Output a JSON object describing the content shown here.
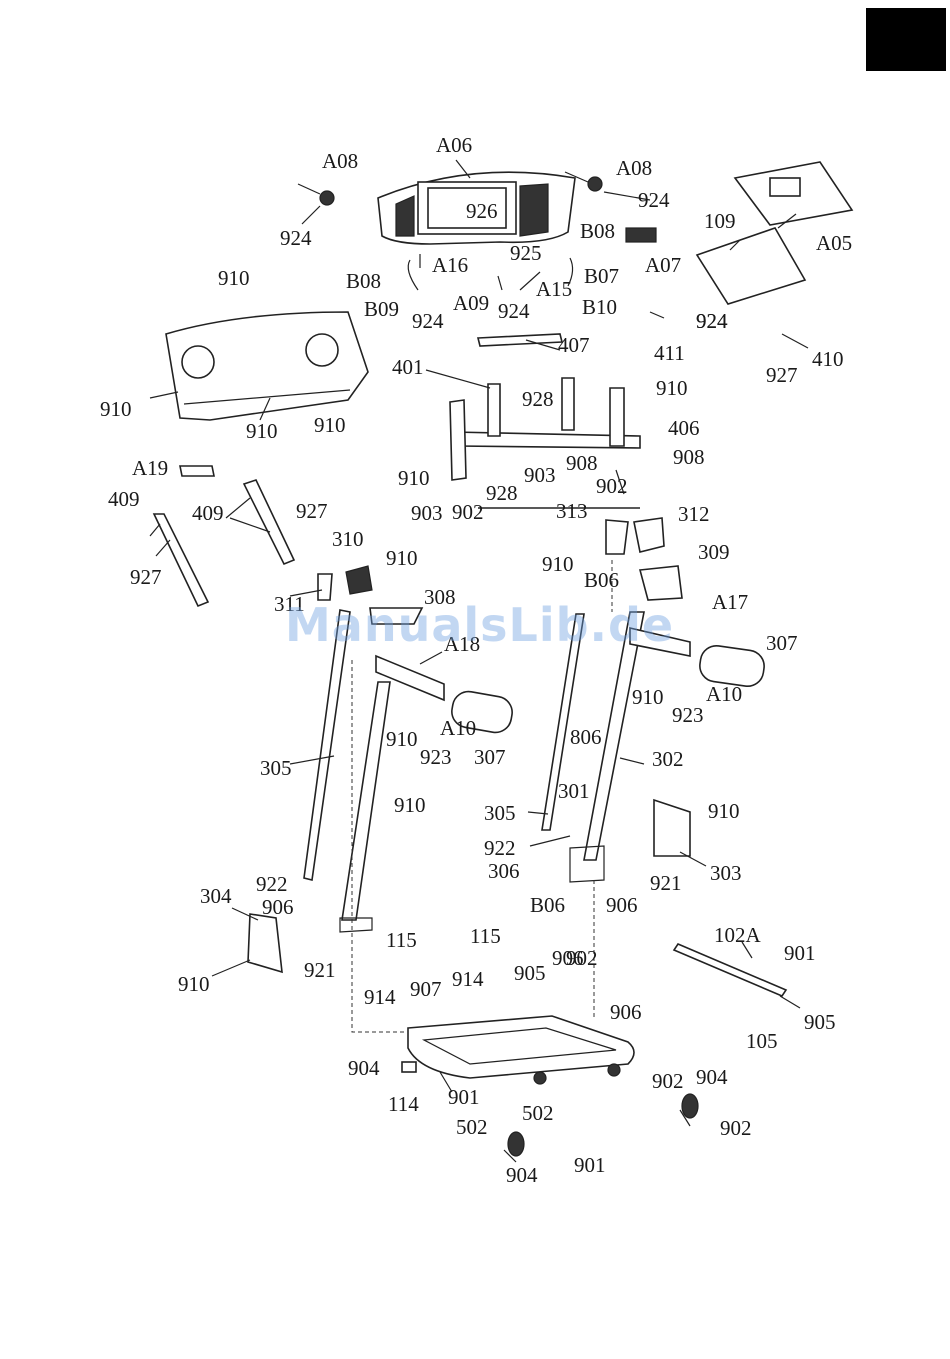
{
  "watermark": "ManualsLib.de",
  "part_labels": [
    "A08",
    "A06",
    "A08",
    "924",
    "926",
    "924",
    "924",
    "A05",
    "109",
    "B08",
    "A07",
    "A16",
    "925",
    "B08",
    "B07",
    "A09",
    "A15",
    "924",
    "924",
    "B09",
    "B10",
    "910",
    "924",
    "407",
    "411",
    "410",
    "927",
    "910",
    "910",
    "401",
    "910",
    "928",
    "406",
    "910",
    "903",
    "908",
    "910",
    "908",
    "928",
    "902",
    "903",
    "902",
    "A19",
    "409",
    "927",
    "409",
    "927",
    "313",
    "312",
    "310",
    "910",
    "910",
    "309",
    "B06",
    "A17",
    "311",
    "308",
    "A18",
    "307",
    "910",
    "A10",
    "923",
    "910",
    "A10",
    "923",
    "307",
    "806",
    "302",
    "305",
    "305",
    "910",
    "301",
    "910",
    "922",
    "922",
    "306",
    "921",
    "303",
    "304",
    "906",
    "B06",
    "906",
    "910",
    "921",
    "115",
    "115",
    "102A",
    "906",
    "901",
    "914",
    "907",
    "914",
    "905",
    "906",
    "902",
    "905",
    "904",
    "105",
    "114",
    "901",
    "502",
    "502",
    "904",
    "902",
    "901",
    "904",
    "902"
  ]
}
